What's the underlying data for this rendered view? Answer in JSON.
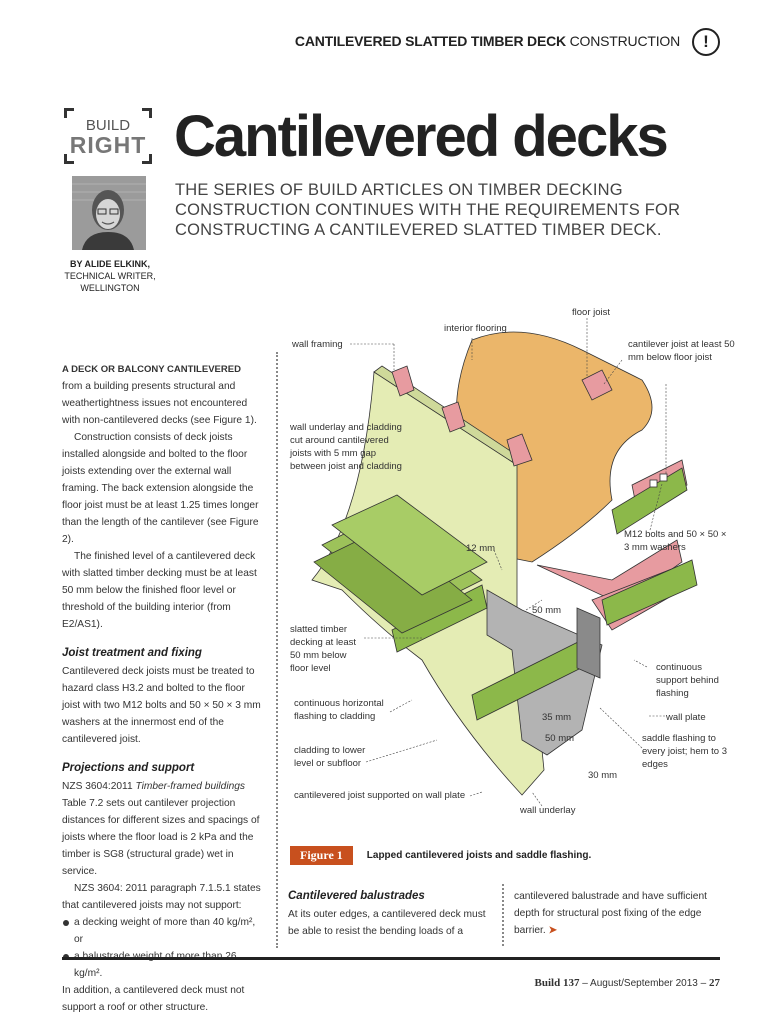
{
  "header": {
    "section_bold": "CANTILEVERED SLATTED TIMBER DECK",
    "section_light": "CONSTRUCTION",
    "icon": "exclamation-icon"
  },
  "badge": {
    "line1": "BUILD",
    "line2": "RIGHT"
  },
  "title": "Cantilevered decks",
  "standfirst": "THE SERIES OF BUILD ARTICLES ON TIMBER DECKING CONSTRUCTION CONTINUES WITH THE REQUIREMENTS FOR CONSTRUCTING A CANTILEVERED SLATTED TIMBER DECK.",
  "byline": {
    "name": "BY ALIDE ELKINK,",
    "role": "TECHNICAL WRITER,",
    "city": "WELLINGTON"
  },
  "body": {
    "lead": "A DECK OR BALCONY CANTILEVERED",
    "p1": " from a building presents structural and weathertightness issues not encountered with non-cantilevered decks (see Figure 1).",
    "p2": "Construction consists of deck joists installed alongside and bolted to the floor joists extending over the external wall framing. The back extension alongside the floor joist must be at least 1.25 times longer than the length of the cantilever (see Figure 2).",
    "p3": "The finished level of a cantilevered deck with slatted timber decking must be at least 50 mm below the finished floor level or threshold of the building interior (from E2/AS1).",
    "h_joist": "Joist treatment and fixing",
    "p4": "Cantilevered deck joists must be treated to hazard class H3.2 and bolted to the floor joist with two M12 bolts and 50 × 50 × 3 mm washers at the innermost end of the cantilevered joist.",
    "h_proj": "Projections and support",
    "p5a": "NZS 3604:2011 ",
    "p5b": "Timber-framed buildings",
    "p5c": " Table 7.2 sets out cantilever projection distances for different sizes and spacings of joists where the floor load is 2 kPa and the timber is SG8 (structural grade) wet in service.",
    "p6": "NZS 3604: 2011 paragraph 7.1.5.1 states that cantilevered joists may not support:",
    "bullets": [
      "a decking weight of more than 40 kg/m², or",
      "a balustrade weight of more than 26 kg/m²."
    ],
    "p7": "In addition, a cantilevered deck must not support a roof or other structure."
  },
  "figure": {
    "labels": {
      "floor_joist": "floor joist",
      "interior_flooring": "interior flooring",
      "wall_framing": "wall framing",
      "cantilever_joist": "cantilever joist at least 50 mm below floor joist",
      "wall_underlay_cladding": "wall underlay and cladding cut around cantilevered joists with 5 mm gap between joist and cladding",
      "m12_bolts": "M12 bolts and 50 × 50 × 3 mm washers",
      "mm12": "12 mm",
      "mm50a": "50 mm",
      "slatted": "slatted timber decking at least 50 mm below floor level",
      "continuous_support": "continuous support behind flashing",
      "continuous_horizontal": "continuous horizontal flashing to cladding",
      "wall_plate": "wall plate",
      "mm35": "35 mm",
      "mm50b": "50 mm",
      "saddle": "saddle flashing to every joist; hem to 3 edges",
      "cladding_lower": "cladding to lower level or subfloor",
      "mm30": "30 mm",
      "supported_wall_plate": "cantilevered joist supported on wall plate",
      "wall_underlay": "wall underlay"
    },
    "colors": {
      "underlay": "#e4ecb4",
      "flooring": "#ebb66a",
      "joist_green": "#8cb84a",
      "joist_pink": "#e79ba0",
      "flashing": "#b3b3b3"
    }
  },
  "caption": {
    "tag": "Figure 1",
    "text": "Lapped cantilevered joists and saddle flashing."
  },
  "col2": {
    "heading": "Cantilevered balustrades",
    "text": "At its outer edges, a cantilevered deck must be able to resist the bending loads of a"
  },
  "col3": {
    "text": "cantilevered  balustrade and have sufficient depth for structural post fixing of the edge barrier.",
    "arrow": "➤"
  },
  "footer": {
    "mag": "Build 137",
    "issue": " – August/September 2013 – ",
    "page": "27"
  }
}
